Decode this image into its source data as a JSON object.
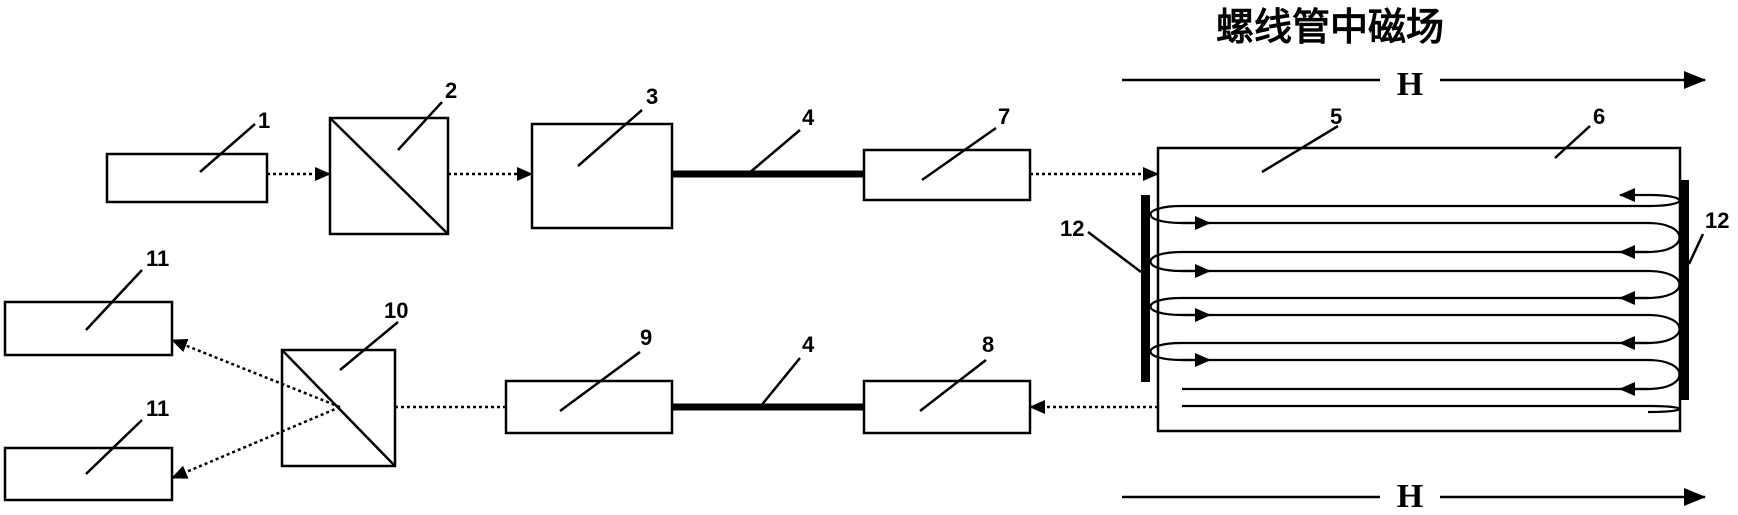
{
  "title": "螺线管中磁场",
  "field_label_top": "H",
  "field_label_bottom": "H",
  "labels": {
    "n1": "1",
    "n2": "2",
    "n3": "3",
    "n4a": "4",
    "n4b": "4",
    "n5": "5",
    "n6": "6",
    "n7": "7",
    "n8": "8",
    "n9": "9",
    "n10": "10",
    "n11a": "11",
    "n11b": "11",
    "n12a": "12",
    "n12b": "12"
  }
}
